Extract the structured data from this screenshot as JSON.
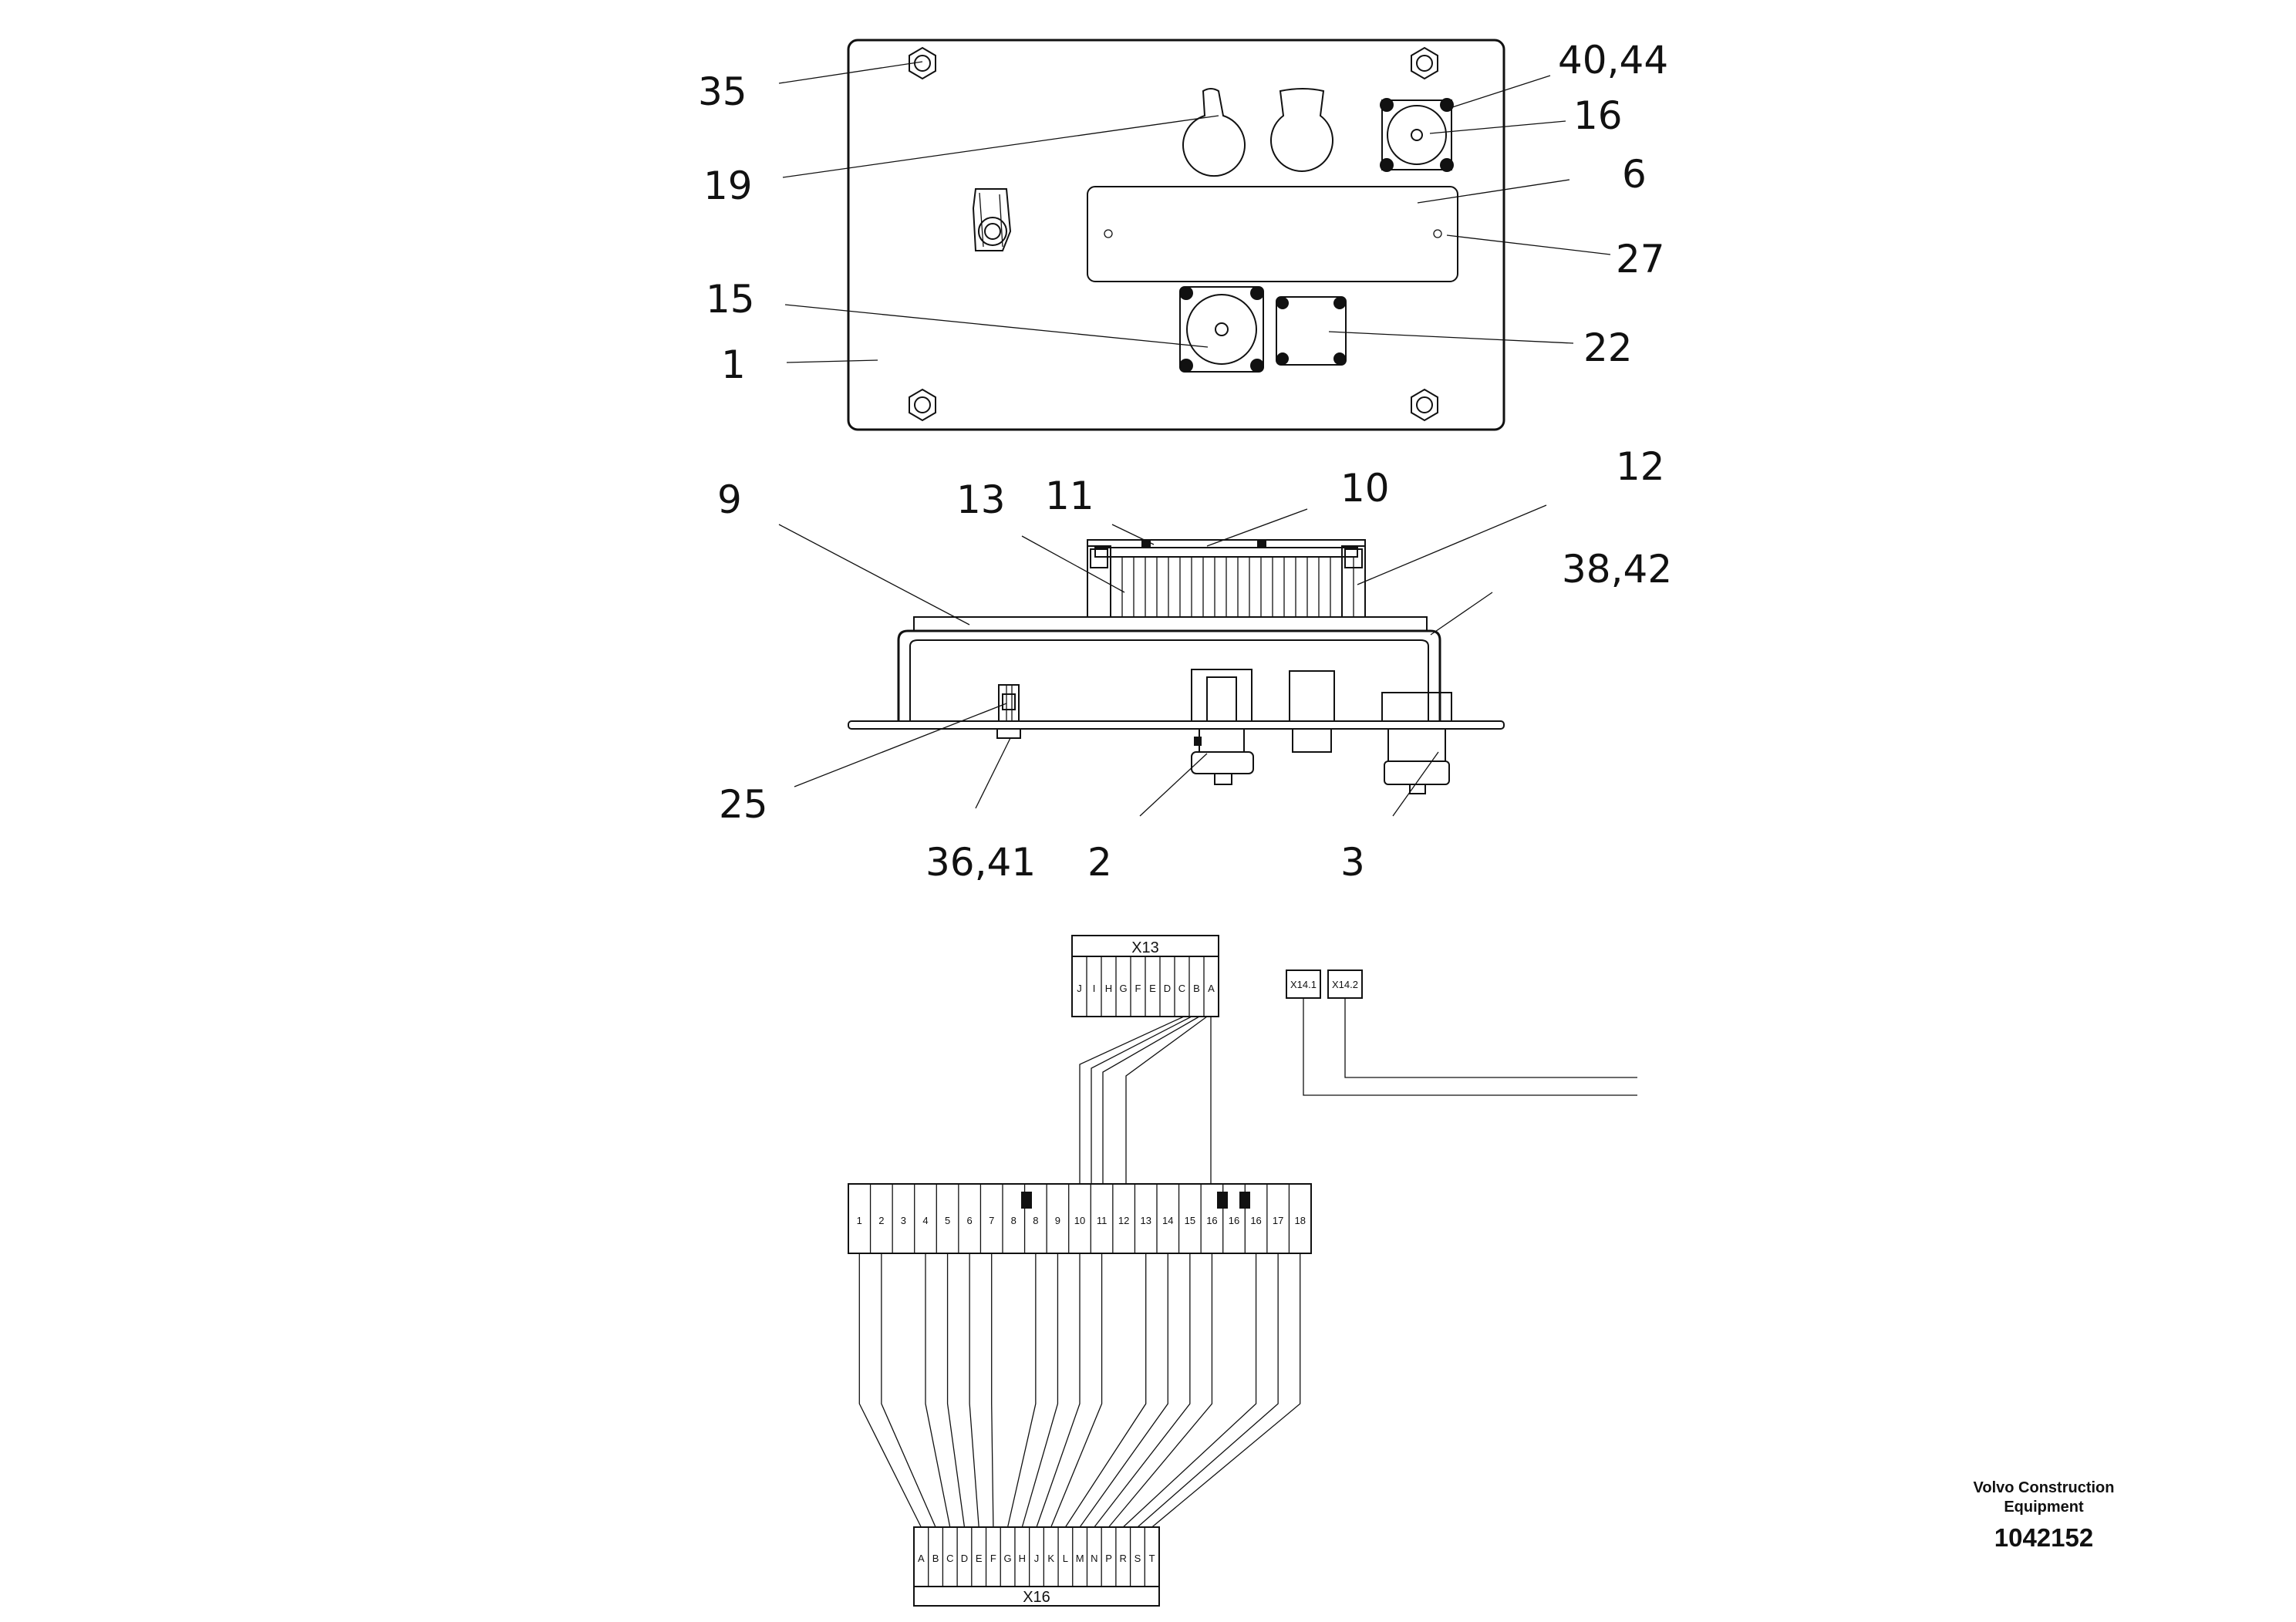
{
  "callouts": {
    "c35": "35",
    "c19": "19",
    "c15": "15",
    "c1": "1",
    "c40_44": "40,44",
    "c16": "16",
    "c6": "6",
    "c27": "27",
    "c22": "22",
    "c9": "9",
    "c13": "13",
    "c11": "11",
    "c10": "10",
    "c12": "12",
    "c38_42": "38,42",
    "c25": "25",
    "c36_41": "36,41",
    "c2": "2",
    "c3": "3"
  },
  "wiring": {
    "x13_label": "X13",
    "x13_pins": [
      "J",
      "I",
      "H",
      "G",
      "F",
      "E",
      "D",
      "C",
      "B",
      "A"
    ],
    "x14_1_label": "X14.1",
    "x14_2_label": "X14.2",
    "terminal_pins": [
      "1",
      "2",
      "3",
      "4",
      "5",
      "6",
      "7",
      "8",
      "8",
      "9",
      "10",
      "11",
      "12",
      "13",
      "14",
      "15",
      "16",
      "16",
      "16",
      "17",
      "18"
    ],
    "x16_label": "X16",
    "x16_pins": [
      "A",
      "B",
      "C",
      "D",
      "E",
      "F",
      "G",
      "H",
      "J",
      "K",
      "L",
      "M",
      "N",
      "P",
      "R",
      "S",
      "T"
    ]
  },
  "titleblock": {
    "company_line1": "Volvo Construction",
    "company_line2": "Equipment",
    "part_number": "1042152"
  }
}
